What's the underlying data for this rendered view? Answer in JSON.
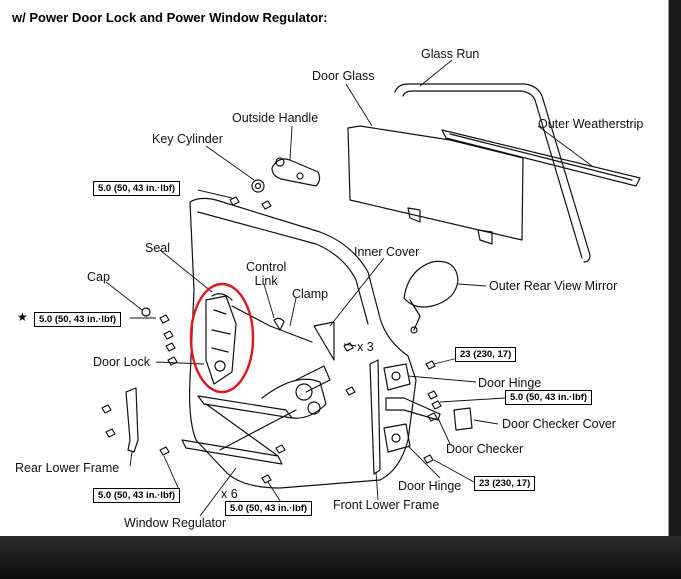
{
  "heading": "w/ Power Door Lock and Power Window Regulator:",
  "labels": {
    "glass_run": "Glass Run",
    "door_glass": "Door Glass",
    "outer_weatherstrip": "Outer Weatherstrip",
    "outside_handle": "Outside Handle",
    "key_cylinder": "Key Cylinder",
    "seal": "Seal",
    "control_link": "Control\nLink",
    "inner_cover": "Inner Cover",
    "cap": "Cap",
    "clamp": "Clamp",
    "outer_rear_view_mirror": "Outer Rear View Mirror",
    "door_lock": "Door Lock",
    "door_hinge_upper": "Door Hinge",
    "door_checker_cover": "Door Checker Cover",
    "door_checker": "Door Checker",
    "rear_lower_frame": "Rear Lower Frame",
    "door_hinge_lower": "Door Hinge",
    "front_lower_frame": "Front Lower Frame",
    "window_regulator": "Window Regulator",
    "x3": "x 3",
    "x6": "x 6"
  },
  "torque": {
    "t1": "5.0 (50, 43 in.·lbf)",
    "t2": "5.0 (50, 43 in.·lbf)",
    "t3": "23 (230, 17)",
    "t4": "5.0 (50, 43 in.·lbf)",
    "t5": "5.0 (50, 43 in.·lbf)",
    "t6": "23 (230, 17)",
    "t7": "5.0 (50, 43 in.·lbf)"
  },
  "star_symbol": "★",
  "colors": {
    "highlight": "#e0161b",
    "ink": "#111111"
  }
}
